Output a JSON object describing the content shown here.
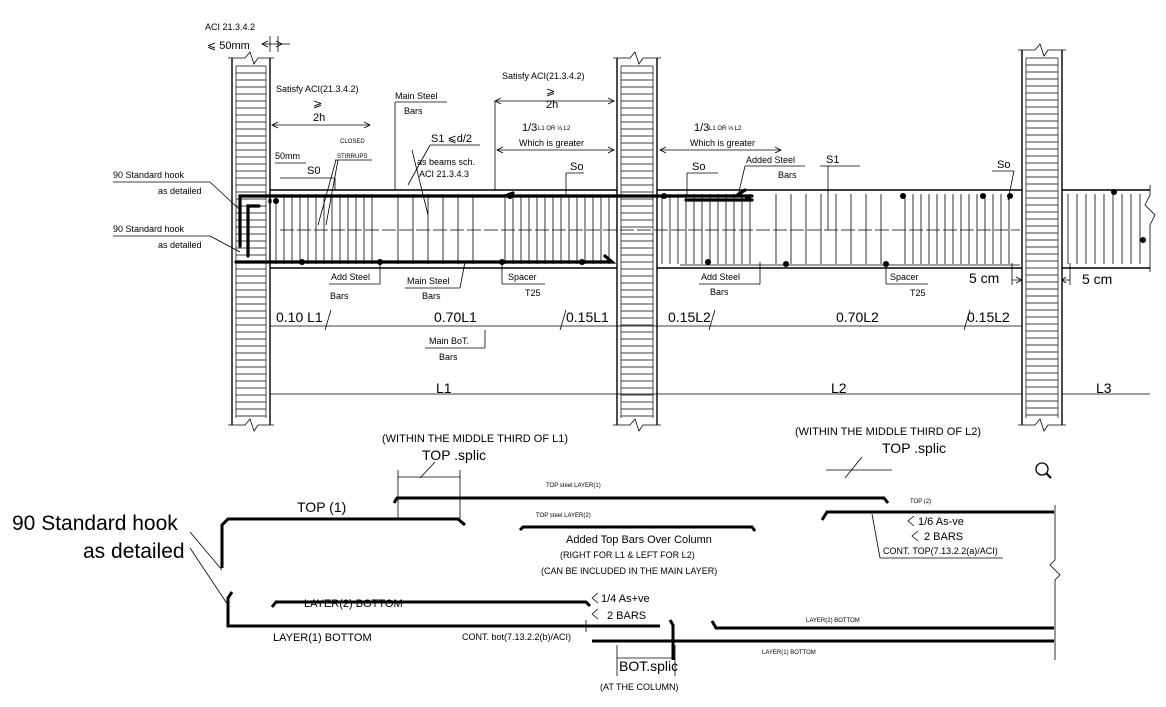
{
  "top_section": {
    "aci_ref": "ACI 21.3.4.2",
    "max_50mm": "⩽ 50mm",
    "satisfy_left": "Satisfy ACI(21.3.4.2)",
    "geq_left": "⩾",
    "two_h_left": "2h",
    "satisfy_mid": "Satisfy ACI(21.3.4.2)",
    "geq_mid": "⩾",
    "two_h_mid": "2h",
    "closed": "CLOSED",
    "stirrups": "STIRRUPS",
    "main_steel_bars_1": "Main Steel",
    "main_steel_bars_2": "Bars",
    "s1_d2": "S1 ⩽d/2",
    "as_beams_sch": "as beams sch.",
    "aci_2143": "ACI 21.3.4.3",
    "one_third_left": "1/3",
    "l1_or_l2_left": "L1 OR ⅓ L2",
    "which_greater_left": "Which is greater",
    "one_third_right": "1/3",
    "l1_or_l2_right": "L1 OR ⅓ L2",
    "which_greater_right": "Which is greater",
    "so_mid": "So",
    "so_right_a": "So",
    "so_far": "So",
    "s0_left": "S0",
    "s1_right": "S1",
    "mm50": "50mm",
    "added_steel_1": "Added Steel",
    "added_steel_2": "Bars",
    "hook1_a": "90  Standard hook",
    "hook1_b": "as detailed",
    "hook2_a": "90  Standard hook",
    "hook2_b": "as detailed",
    "add_steel_left_a": "Add Steel",
    "add_steel_left_b": "Bars",
    "main_steel_bot_a": "Main Steel",
    "main_steel_bot_b": "Bars",
    "spacer_left_a": "Spacer",
    "spacer_left_b": "T25",
    "add_steel_right_a": "Add Steel",
    "add_steel_right_b": "Bars",
    "spacer_right_a": "Spacer",
    "spacer_right_b": "T25",
    "five_cm_left": "5 cm",
    "five_cm_right": "5 cm",
    "dim_010L1": "0.10 L1",
    "dim_070L1": "0.70L1",
    "dim_015L1": "0.15L1",
    "dim_015L2a": "0.15L2",
    "dim_070L2": "0.70L2",
    "dim_015L2b": "0.15L2",
    "main_bot_a": "Main BoT.",
    "main_bot_b": "Bars",
    "span_L1": "L1",
    "span_L2": "L2",
    "span_L3": "L3"
  },
  "bottom_section": {
    "within_l1": "(WITHIN THE MIDDLE THIRD OF L1)",
    "top_splic_l1": "TOP .splic",
    "within_l2": "(WITHIN THE MIDDLE THIRD OF L2)",
    "top_splic_l2": "TOP .splic",
    "hook_big_a": "90  Standard hook",
    "hook_big_b": "as detailed",
    "top1": "TOP (1)",
    "top_steel_layer1": "TOP steel LAYER(1)",
    "top_steel_layer2": "TOP steel LAYER(2)",
    "top2": "TOP (2)",
    "added_top_bars": "Added Top Bars Over Column",
    "right_left": "(RIGHT FOR L1 & LEFT FOR L2)",
    "can_be_included": "(CAN BE INCLUDED IN THE MAIN LAYER)",
    "one_sixth": "1/6 As-ve",
    "two_bars_top": "2 BARS",
    "cont_top": "CONT. TOP(7.13.2.2(a)/ACI)",
    "layer2_bottom": "LAYER(2) BOTTOM",
    "layer1_bottom": "LAYER(1) BOTTOM",
    "one_fourth": "1/4 As+ve",
    "two_bars_bot": "2 BARS",
    "cont_bot": "CONT. bot(7.13.2.2(b)/ACI)",
    "layer2_bottom_small": "LAYER(2) BOTTOM",
    "layer1_bottom_small": "LAYER(1) BOTTOM",
    "bot_splic": "BOT.splic",
    "at_column": "(AT THE COLUMN)"
  },
  "icons": {
    "zoom": "magnifier-icon"
  }
}
